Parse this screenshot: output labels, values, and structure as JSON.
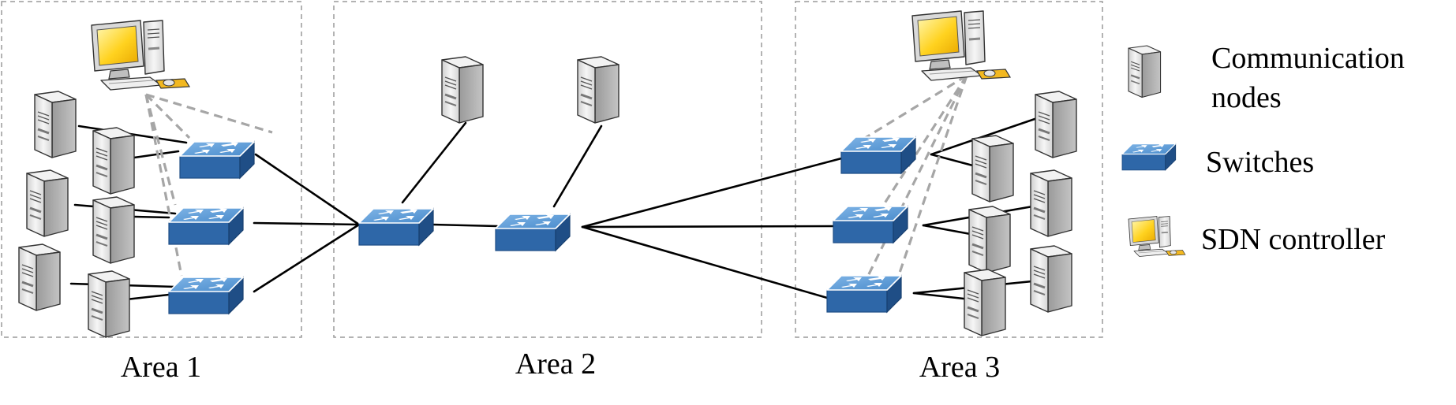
{
  "areas": [
    {
      "id": "area1",
      "label": "Area 1"
    },
    {
      "id": "area2",
      "label": "Area 2"
    },
    {
      "id": "area3",
      "label": "Area 3"
    }
  ],
  "legend": {
    "communication_nodes": "Communication nodes",
    "communication_nodes_line1": "Communication",
    "communication_nodes_line2": "nodes",
    "switches": "Switches",
    "sdn_controller": "SDN controller"
  },
  "icons": {
    "node": "server-tower-icon",
    "switch": "network-switch-icon",
    "controller": "sdn-controller-computer-icon"
  },
  "colors": {
    "switch_top": "#5b9bd5",
    "switch_front": "#2e67a8",
    "switch_side": "#1f4e86",
    "server_body": "#e6e6e6",
    "monitor_screen": "#ffd21f",
    "link": "#000000",
    "control_link": "#a6a6a6",
    "area_border": "#9a9a9a"
  }
}
